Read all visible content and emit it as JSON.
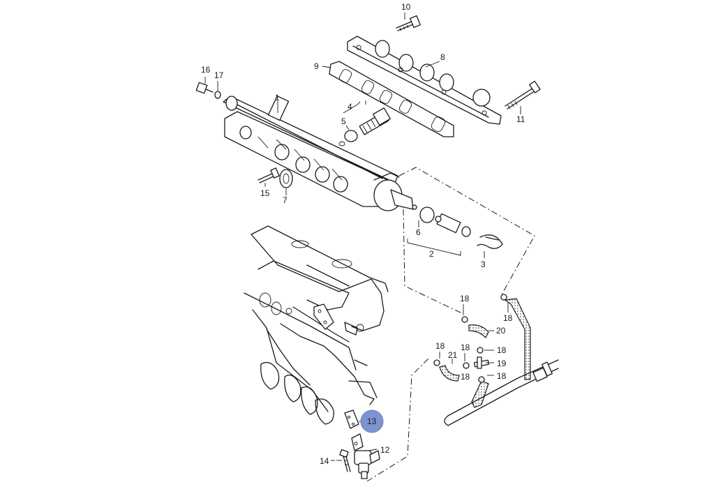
{
  "diagram": {
    "highlight_color": "#7f93cf",
    "highlighted_callout": "13",
    "callouts": [
      {
        "id": "c10",
        "text": "10"
      },
      {
        "id": "c8",
        "text": "8"
      },
      {
        "id": "c9",
        "text": "9"
      },
      {
        "id": "c16",
        "text": "16"
      },
      {
        "id": "c17",
        "text": "17"
      },
      {
        "id": "c1",
        "text": "1"
      },
      {
        "id": "c4",
        "text": "4"
      },
      {
        "id": "c5",
        "text": "5"
      },
      {
        "id": "c11",
        "text": "11"
      },
      {
        "id": "c15",
        "text": "15"
      },
      {
        "id": "c7",
        "text": "7"
      },
      {
        "id": "c6",
        "text": "6"
      },
      {
        "id": "c2",
        "text": "2"
      },
      {
        "id": "c3",
        "text": "3"
      },
      {
        "id": "c18a",
        "text": "18"
      },
      {
        "id": "c18b",
        "text": "18"
      },
      {
        "id": "c20",
        "text": "20"
      },
      {
        "id": "c18c",
        "text": "18"
      },
      {
        "id": "c21",
        "text": "21"
      },
      {
        "id": "c18d",
        "text": "18"
      },
      {
        "id": "c18e",
        "text": "18"
      },
      {
        "id": "c19",
        "text": "19"
      },
      {
        "id": "c18f",
        "text": "18"
      },
      {
        "id": "c18g",
        "text": "18"
      },
      {
        "id": "c13",
        "text": "13"
      },
      {
        "id": "c12",
        "text": "12"
      },
      {
        "id": "c14",
        "text": "14"
      }
    ]
  }
}
